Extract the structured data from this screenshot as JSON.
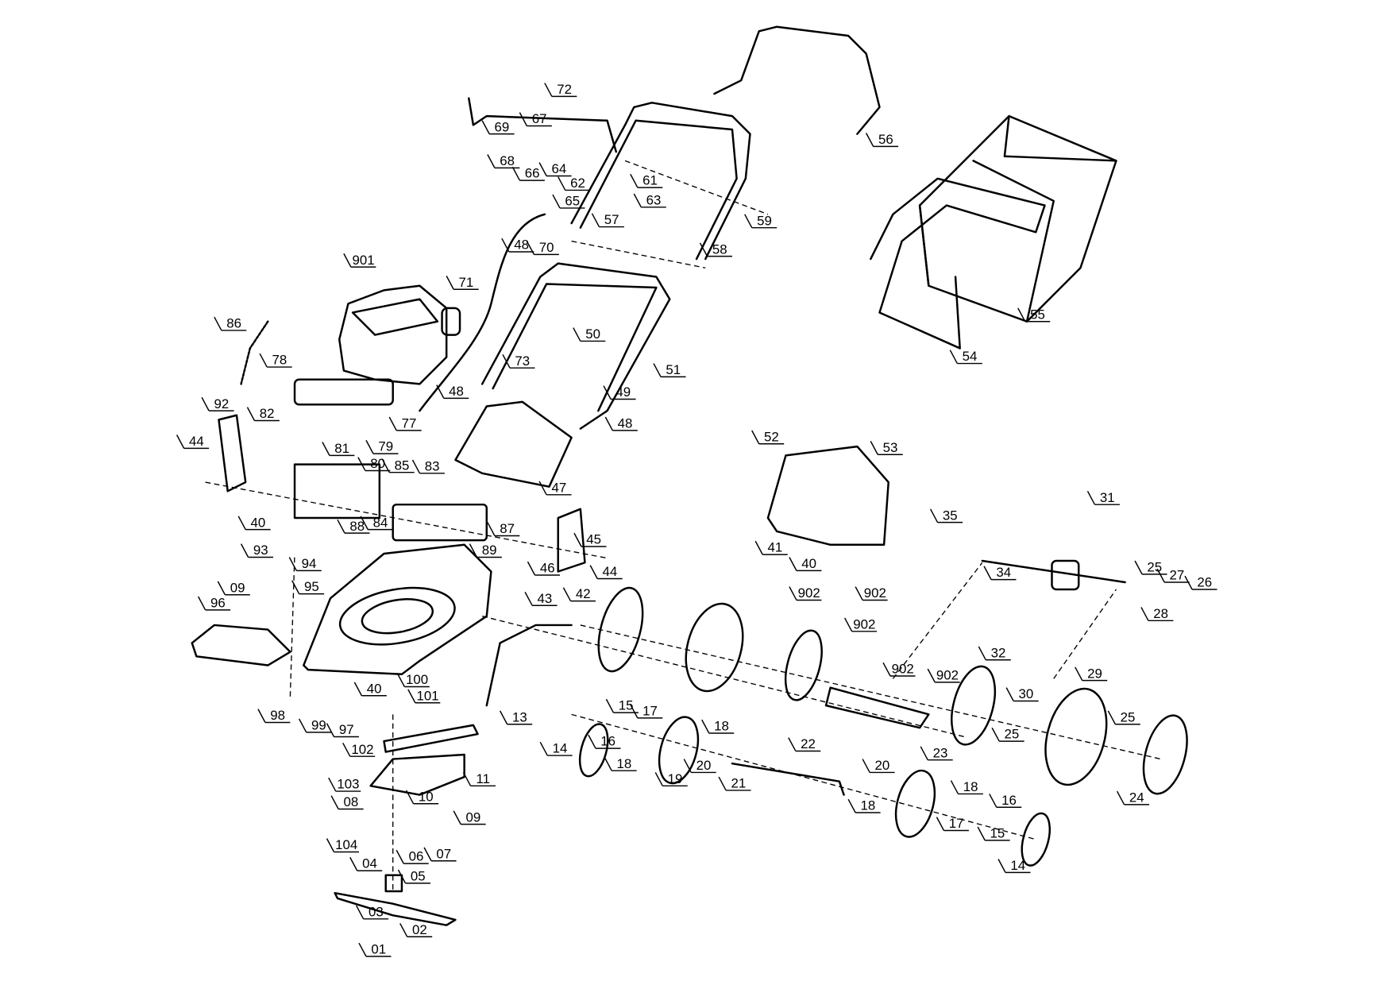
{
  "diagram": {
    "title_hidden": null,
    "part_labels": [
      "72",
      "67",
      "69",
      "68",
      "66",
      "64",
      "62",
      "61",
      "63",
      "65",
      "59",
      "57",
      "48",
      "70",
      "58",
      "56",
      "55",
      "54",
      "901",
      "71",
      "86",
      "78",
      "50",
      "73",
      "51",
      "48",
      "49",
      "48",
      "77",
      "92",
      "82",
      "79",
      "81",
      "80",
      "85",
      "83",
      "44",
      "47",
      "52",
      "53",
      "31",
      "35",
      "88",
      "84",
      "87",
      "45",
      "40",
      "93",
      "94",
      "89",
      "46",
      "44",
      "41",
      "40",
      "95",
      "09",
      "96",
      "43",
      "42",
      "902",
      "902",
      "34",
      "25",
      "27",
      "26",
      "28",
      "902",
      "902",
      "902",
      "32",
      "29",
      "100",
      "101",
      "40",
      "30",
      "25",
      "25",
      "98",
      "99",
      "97",
      "13",
      "15",
      "17",
      "16",
      "18",
      "14",
      "18",
      "102",
      "20",
      "22",
      "19",
      "21",
      "11",
      "103",
      "10",
      "20",
      "18",
      "23",
      "18",
      "17",
      "16",
      "15",
      "14",
      "24",
      "08",
      "09",
      "104",
      "06",
      "07",
      "04",
      "05",
      "03",
      "02",
      "01"
    ]
  }
}
